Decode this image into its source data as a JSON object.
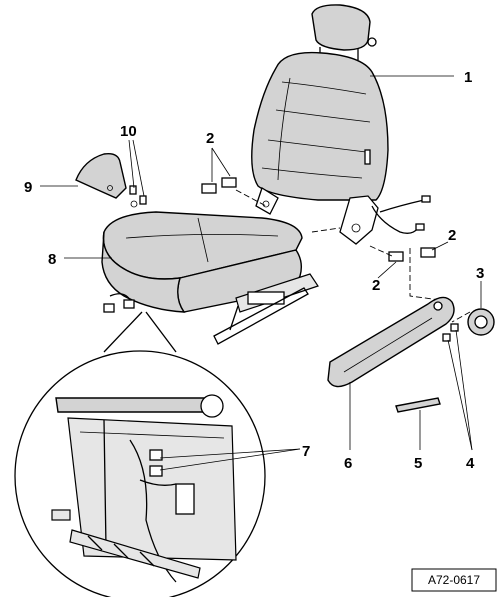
{
  "callouts": [
    {
      "id": "1",
      "label": "1"
    },
    {
      "id": "2a",
      "label": "2"
    },
    {
      "id": "2b",
      "label": "2"
    },
    {
      "id": "2c",
      "label": "2"
    },
    {
      "id": "3",
      "label": "3"
    },
    {
      "id": "4",
      "label": "4"
    },
    {
      "id": "5",
      "label": "5"
    },
    {
      "id": "6",
      "label": "6"
    },
    {
      "id": "7",
      "label": "7"
    },
    {
      "id": "8",
      "label": "8"
    },
    {
      "id": "9",
      "label": "9"
    },
    {
      "id": "10",
      "label": "10"
    }
  ],
  "reference_code": "A72-0617"
}
